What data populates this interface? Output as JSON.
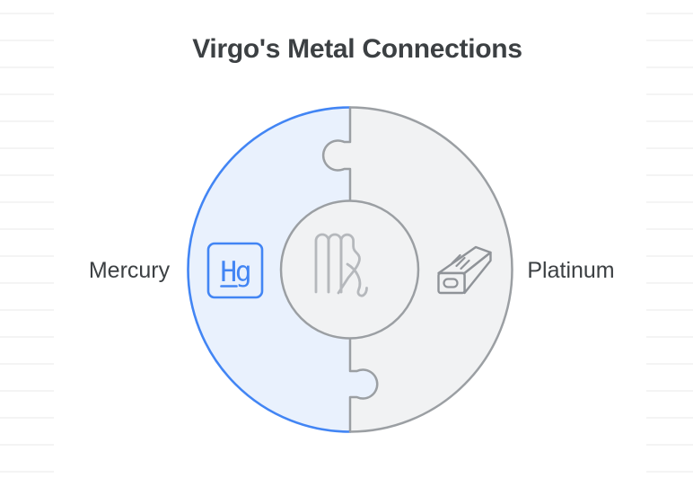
{
  "title": "Virgo's Metal Connections",
  "puzzle": {
    "left_piece": {
      "label": "Mercury",
      "element_symbol": "Hg",
      "fill": "#e9f1fd",
      "stroke": "#4285f4"
    },
    "right_piece": {
      "label": "Platinum",
      "fill": "#f1f2f3",
      "stroke": "#9b9fa3"
    },
    "center": {
      "icon": "virgo-zodiac-sign"
    }
  },
  "icons": {
    "left": "mercury-element-icon",
    "right": "metal-bar-icon",
    "center": "virgo-icon"
  },
  "colors": {
    "accent_blue": "#4285f4",
    "left_fill": "#e9f1fd",
    "right_fill": "#f1f2f3",
    "gray_stroke": "#9b9fa3",
    "glyph_gray": "#b5b8bc",
    "text": "#3c4043",
    "ruled_line": "#f1f1f1",
    "background": "#ffffff"
  }
}
